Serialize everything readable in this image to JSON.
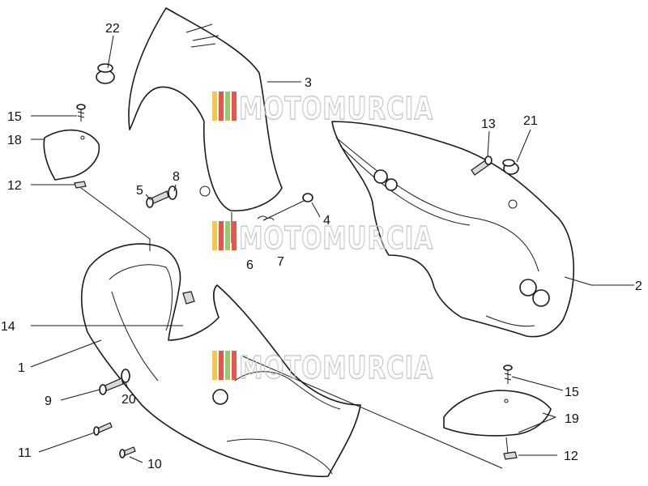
{
  "diagram": {
    "watermark": {
      "text": "MOTOMURCIA",
      "stripe_colors": [
        "#f0c84a",
        "#e8554a",
        "#9fc86a",
        "#e8554a"
      ]
    },
    "callouts": [
      {
        "id": "c22",
        "label": "22"
      },
      {
        "id": "c3",
        "label": "3"
      },
      {
        "id": "c15a",
        "label": "15"
      },
      {
        "id": "c18",
        "label": "18"
      },
      {
        "id": "c12a",
        "label": "12"
      },
      {
        "id": "c8",
        "label": "8"
      },
      {
        "id": "c5",
        "label": "5"
      },
      {
        "id": "c13",
        "label": "13"
      },
      {
        "id": "c21",
        "label": "21"
      },
      {
        "id": "c4",
        "label": "4"
      },
      {
        "id": "c6",
        "label": "6"
      },
      {
        "id": "c7",
        "label": "7"
      },
      {
        "id": "c2",
        "label": "2"
      },
      {
        "id": "c14",
        "label": "14"
      },
      {
        "id": "c1",
        "label": "1"
      },
      {
        "id": "c9",
        "label": "9"
      },
      {
        "id": "c20",
        "label": "20"
      },
      {
        "id": "c15b",
        "label": "15"
      },
      {
        "id": "c19",
        "label": "19"
      },
      {
        "id": "c11",
        "label": "11"
      },
      {
        "id": "c12b",
        "label": "12"
      },
      {
        "id": "c10",
        "label": "10"
      }
    ]
  }
}
